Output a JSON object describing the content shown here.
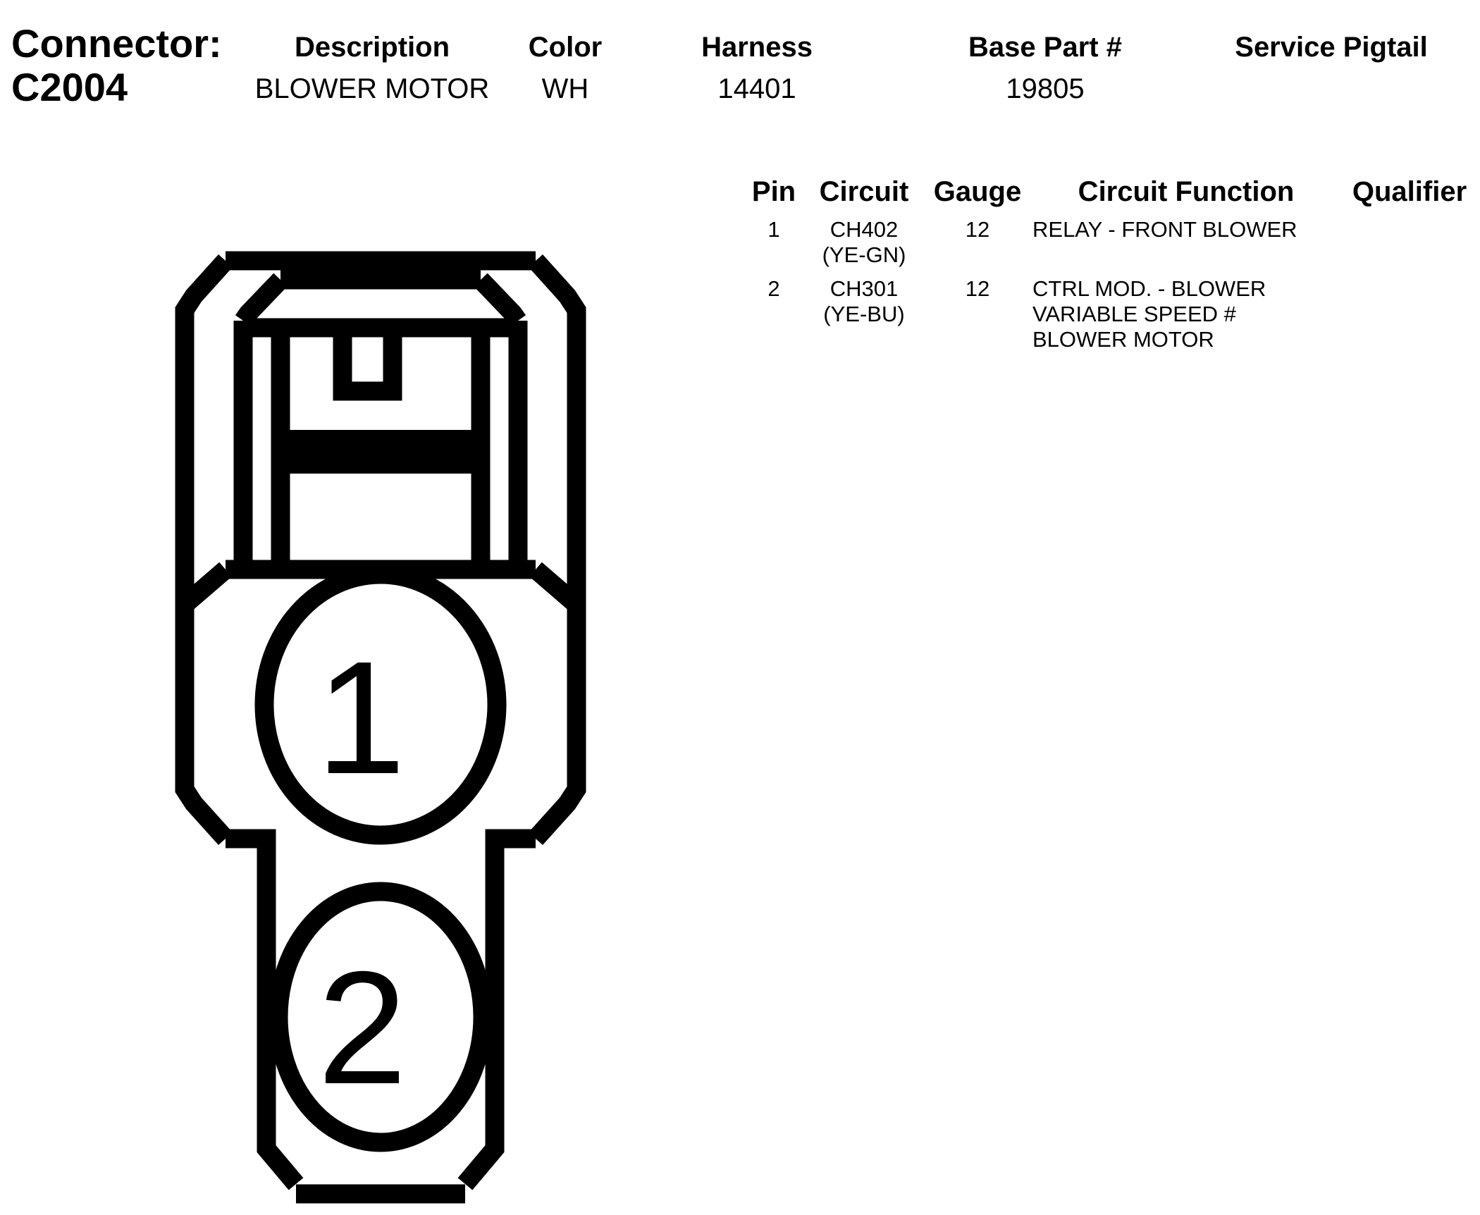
{
  "connector": {
    "label": "Connector:",
    "id": "C2004"
  },
  "header": {
    "columns": [
      "Description",
      "Color",
      "Harness",
      "Base Part #",
      "Service Pigtail"
    ],
    "values": [
      "BLOWER MOTOR",
      "WH",
      "14401",
      "19805",
      ""
    ]
  },
  "pin_table": {
    "columns": [
      "Pin",
      "Circuit",
      "Gauge",
      "Circuit Function",
      "Qualifier"
    ],
    "rows": [
      {
        "pin": "1",
        "circuit": "CH402",
        "color": "(YE-GN)",
        "gauge": "12",
        "function": [
          "RELAY - FRONT BLOWER"
        ],
        "qualifier": ""
      },
      {
        "pin": "2",
        "circuit": "CH301",
        "color": "(YE-BU)",
        "gauge": "12",
        "function": [
          "CTRL MOD. - BLOWER",
          "VARIABLE SPEED #",
          "BLOWER MOTOR"
        ],
        "qualifier": ""
      }
    ]
  },
  "diagram": {
    "pin_labels": [
      "1",
      "2"
    ]
  }
}
